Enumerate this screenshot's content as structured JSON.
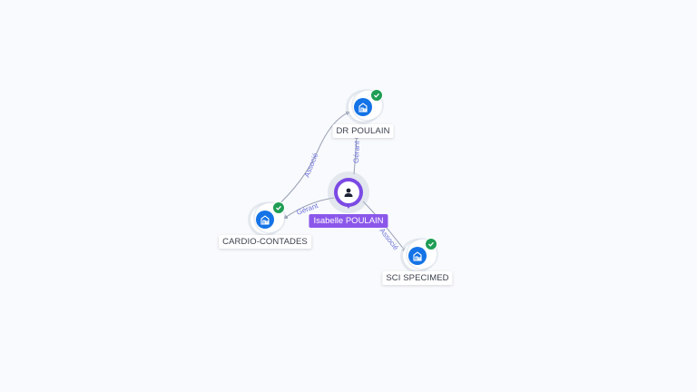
{
  "person": {
    "name": "Isabelle POULAIN",
    "icon": "user-icon",
    "color": "#7b4ae4"
  },
  "companies": [
    {
      "name": "DR POULAIN",
      "icon": "building-icon",
      "verified": true
    },
    {
      "name": "CARDIO-CONTADES",
      "icon": "building-icon",
      "verified": true
    },
    {
      "name": "SCI SPECIMED",
      "icon": "building-icon",
      "verified": true
    }
  ],
  "relations": [
    {
      "from": "Isabelle POULAIN",
      "to": "DR POULAIN",
      "label": "Gérant"
    },
    {
      "from": "Isabelle POULAIN",
      "to": "CARDIO-CONTADES",
      "label": "Gérant"
    },
    {
      "from": "Isabelle POULAIN",
      "to": "SCI SPECIMED",
      "label": "Associé"
    },
    {
      "from": "CARDIO-CONTADES",
      "to": "DR POULAIN",
      "label": "Associé"
    }
  ],
  "colors": {
    "company": "#1473e6",
    "verified": "#1f9d55",
    "person": "#8b57ea",
    "edge_label": "#6f74d8"
  }
}
